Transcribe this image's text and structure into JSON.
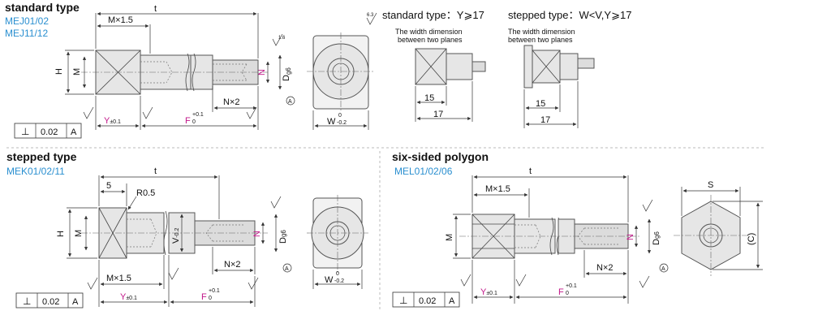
{
  "sections": {
    "standard": {
      "title": "standard type",
      "codes": [
        "MEJ01/02",
        "MEJ11/12"
      ]
    },
    "stepped": {
      "title": "stepped type",
      "codes": [
        "MEK01/02/11"
      ]
    },
    "hex": {
      "title": "six-sided polygon",
      "codes": [
        "MEL01/02/06"
      ]
    }
  },
  "notes": {
    "standard_rule": "standard type：Y⩾17",
    "stepped_rule": "stepped type：W<V,Y⩾17",
    "width_note_1": "The width dimension",
    "width_note_2": "between two planes",
    "roughness_63": "6.3"
  },
  "dims": {
    "t": "t",
    "m15": "M×1.5",
    "nx2": "N×2",
    "h": "H",
    "m": "M",
    "n": "N",
    "d": "D",
    "d_sub": "g6",
    "y": "Y",
    "y_tol": "±0.1",
    "f": "F",
    "f_up": "+0.1",
    "f_low": "0",
    "w": "W",
    "w_up": "0",
    "w_low": "-0.2",
    "v": "V",
    "v_tol": "-0.2",
    "five": "5",
    "r05": "R0.5",
    "s": "S",
    "c": "(C)",
    "fifteen": "15",
    "seventeen": "17",
    "rough": "1.6",
    "datum": "A",
    "tol_box": "0.02",
    "perp": "⊥"
  }
}
